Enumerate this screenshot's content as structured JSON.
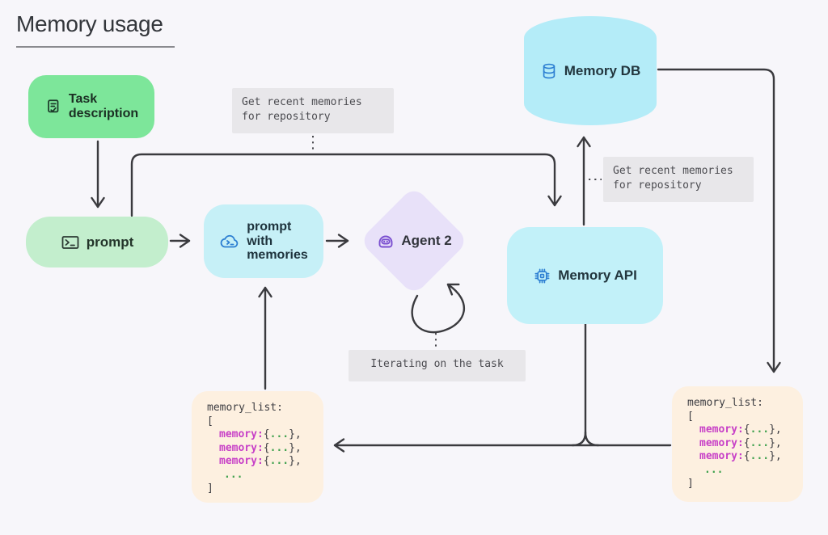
{
  "title": "Memory usage",
  "nodes": {
    "task_description": {
      "line1": "Task",
      "line2": "description",
      "icon": "task-doc-icon"
    },
    "prompt": {
      "label": "prompt",
      "icon": "terminal-icon"
    },
    "prompt_with_memories": {
      "line1": "prompt",
      "line2": "with",
      "line3": "memories",
      "icon": "cloud-terminal-icon"
    },
    "agent": {
      "label": "Agent 2",
      "icon": "robot-icon"
    },
    "memory_db": {
      "label": "Memory DB",
      "icon": "database-icon"
    },
    "memory_api": {
      "label": "Memory API",
      "icon": "chip-icon"
    }
  },
  "notes": {
    "get_recent_top": "Get recent memories for repository",
    "get_recent_right": "Get recent memories for repository",
    "iterating": "Iterating on the task"
  },
  "code_block": {
    "header": "memory_list:",
    "bracket_open": "[",
    "entry_key": "memory:",
    "brace_open": "{",
    "dots": "...",
    "brace_close": "},",
    "ellipsis_line": "...",
    "bracket_close": "]"
  },
  "colors": {
    "background": "#f7f6fa",
    "task_green": "#7de69a",
    "prompt_green": "#c3eecd",
    "cyan_box": "#c6f0f7",
    "cyan_cylinder": "#b4ecf8",
    "lavender_diamond": "#e8e1f9",
    "peach_code": "#fdf0e0",
    "note_gray": "#e8e7ea",
    "arrow": "#3a3a3e",
    "icon_blue": "#2d7fd2",
    "icon_purple": "#7a4fd0",
    "code_key_magenta": "#c73fc7",
    "code_dots_green": "#3fa14e"
  }
}
